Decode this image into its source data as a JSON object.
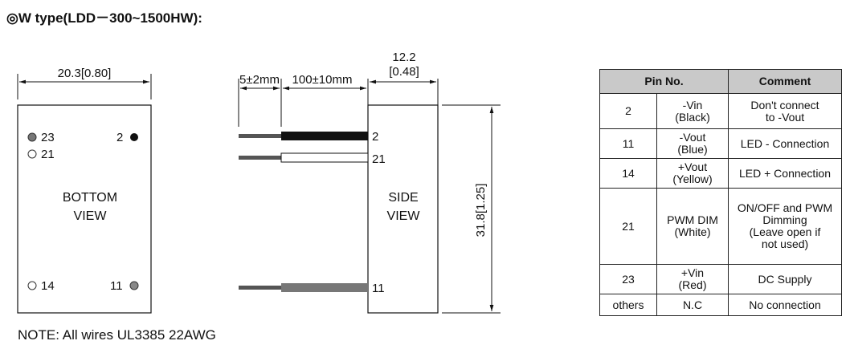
{
  "heading": "◎W  type(LDD－300~1500HW):",
  "note": "NOTE:  All wires UL3385 22AWG",
  "bottom_view": {
    "width_dim": "20.3[0.80]",
    "label_line1": "BOTTOM",
    "label_line2": "VIEW",
    "pins": {
      "p23": "23",
      "p2": "2",
      "p21": "21",
      "p14": "14",
      "p11": "11"
    }
  },
  "side_view": {
    "strip_dim": "5±2mm",
    "wire_dim": "100±10mm",
    "thick_dim_line1": "12.2",
    "thick_dim_line2": "[0.48]",
    "height_dim": "31.8[1.25]",
    "label_line1": "SIDE",
    "label_line2": "VIEW",
    "pins": {
      "p2": "2",
      "p21": "21",
      "p11": "11"
    },
    "wire_colors": {
      "stripped": "#555555",
      "black": "#111111",
      "white": "#ffffff",
      "gray": "#777777"
    }
  },
  "pin_table": {
    "headers": {
      "pin_no": "Pin No.",
      "comment": "Comment"
    },
    "rows": [
      {
        "pin": "2",
        "func_line1": "-Vin",
        "func_line2": "(Black)",
        "comment": [
          "Don't connect",
          "to -Vout"
        ]
      },
      {
        "pin": "11",
        "func_line1": "-Vout",
        "func_line2": "(Blue)",
        "comment": [
          "LED -  Connection"
        ]
      },
      {
        "pin": "14",
        "func_line1": "+Vout",
        "func_line2": "(Yellow)",
        "comment": [
          "LED +  Connection"
        ]
      },
      {
        "pin": "21",
        "func_line1": "PWM DIM",
        "func_line2": "(White)",
        "comment": [
          "ON/OFF and PWM",
          "Dimming",
          "(Leave open if",
          "not used)"
        ]
      },
      {
        "pin": "23",
        "func_line1": "+Vin",
        "func_line2": "(Red)",
        "comment": [
          "DC Supply"
        ]
      },
      {
        "pin": "others",
        "func_line1": "N.C",
        "func_line2": "",
        "comment": [
          "No connection"
        ]
      }
    ]
  }
}
